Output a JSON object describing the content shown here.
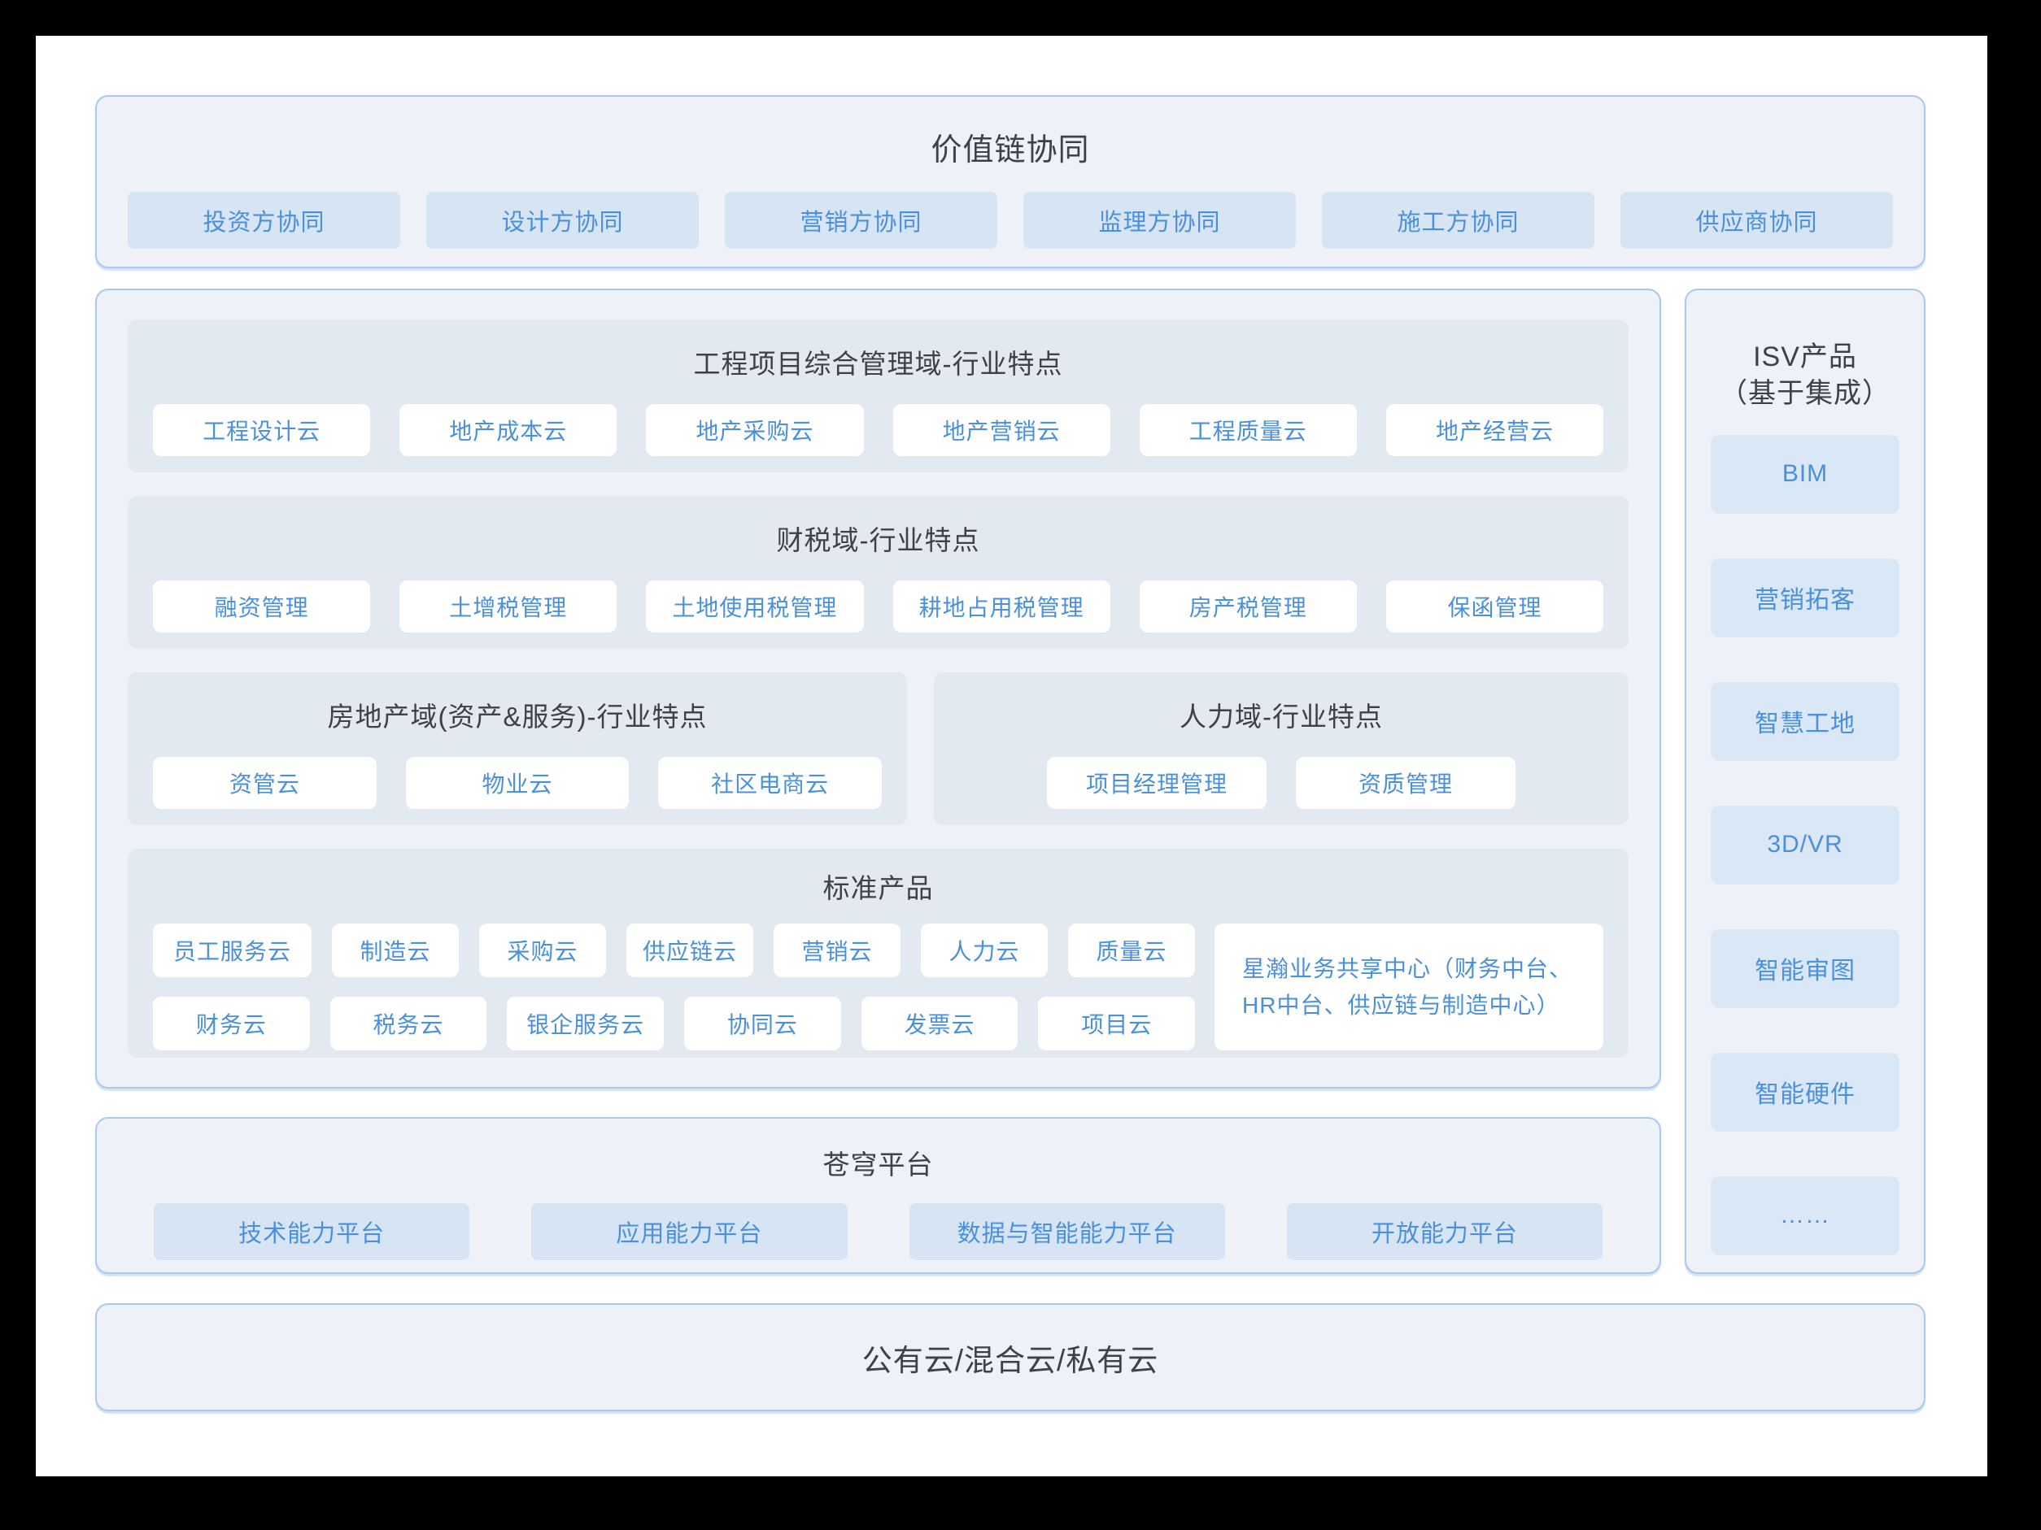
{
  "colors": {
    "frame": "#000000",
    "page_bg": "#ffffff",
    "section_bg": "#eef1f7",
    "section_border": "#aac9ec",
    "panel_bg": "#e3e9f1",
    "card_bg": "#ffffff",
    "chip_bg": "#d7e4f4",
    "accent_blue_text": "#4a90da",
    "dark_text": "#3e4247"
  },
  "top_section": {
    "title": "价值链协同",
    "items": [
      "投资方协同",
      "设计方协同",
      "营销方协同",
      "监理方协同",
      "施工方协同",
      "供应商协同"
    ]
  },
  "main": {
    "panels": [
      {
        "title": "工程项目综合管理域-行业特点",
        "items": [
          "工程设计云",
          "地产成本云",
          "地产采购云",
          "地产营销云",
          "工程质量云",
          "地产经营云"
        ]
      },
      {
        "title": "财税域-行业特点",
        "items": [
          "融资管理",
          "土增税管理",
          "土地使用税管理",
          "耕地占用税管理",
          "房产税管理",
          "保函管理"
        ]
      },
      {
        "title": "房地产域(资产&服务)-行业特点",
        "items": [
          "资管云",
          "物业云",
          "社区电商云"
        ]
      },
      {
        "title": "人力域-行业特点",
        "items": [
          "项目经理管理",
          "资质管理"
        ]
      },
      {
        "title": "标准产品",
        "row1": [
          "员工服务云",
          "制造云",
          "采购云",
          "供应链云",
          "营销云",
          "人力云",
          "质量云"
        ],
        "row2": [
          "财务云",
          "税务云",
          "银企服务云",
          "协同云",
          "发票云",
          "项目云"
        ],
        "highlight": "星瀚业务共享中心（财务中台、HR中台、供应链与制造中心）"
      }
    ]
  },
  "sidebar": {
    "title_line1": "ISV产品",
    "title_line2": "（基于集成）",
    "items": [
      "BIM",
      "营销拓客",
      "智慧工地",
      "3D/VR",
      "智能审图",
      "智能硬件",
      "……"
    ]
  },
  "platform": {
    "title": "苍穹平台",
    "items": [
      "技术能力平台",
      "应用能力平台",
      "数据与智能能力平台",
      "开放能力平台"
    ]
  },
  "bottom": {
    "title": "公有云/混合云/私有云"
  }
}
